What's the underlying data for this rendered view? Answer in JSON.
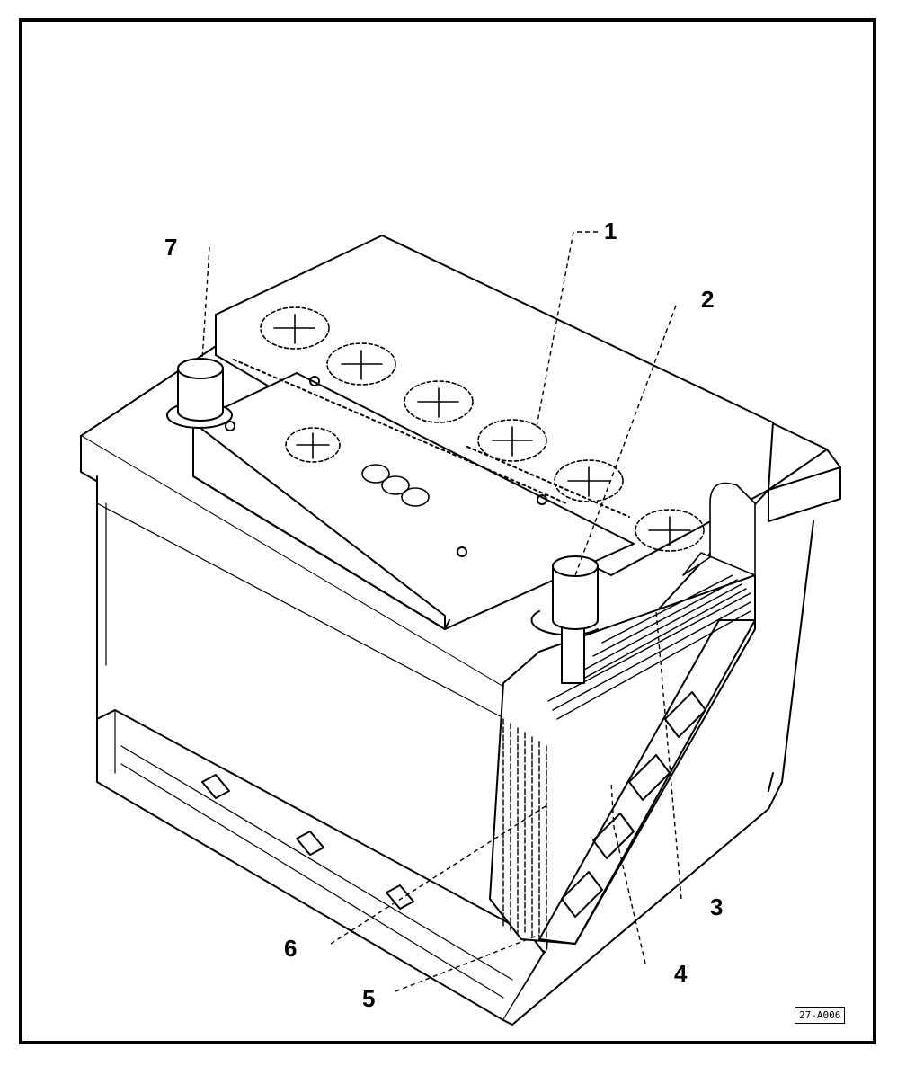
{
  "figure": {
    "reference_code": "27-A006",
    "callouts": [
      {
        "id": "1",
        "label": "1"
      },
      {
        "id": "2",
        "label": "2"
      },
      {
        "id": "3",
        "label": "3"
      },
      {
        "id": "4",
        "label": "4"
      },
      {
        "id": "5",
        "label": "5"
      },
      {
        "id": "6",
        "label": "6"
      },
      {
        "id": "7",
        "label": "7"
      }
    ]
  },
  "colors": {
    "ink": "#000000",
    "paper": "#ffffff"
  }
}
